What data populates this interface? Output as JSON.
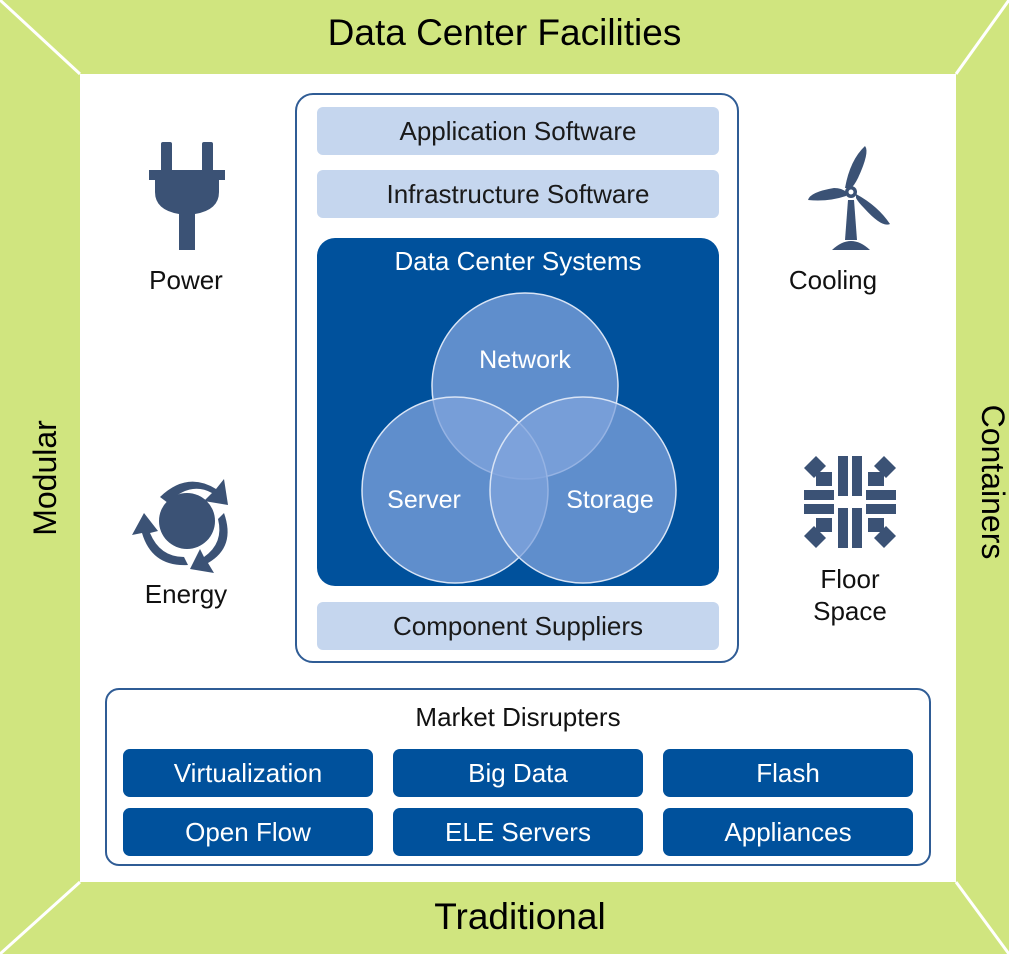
{
  "frame": {
    "top_label": "Data Center Facilities",
    "bottom_label": "Traditional",
    "left_label": "Modular",
    "right_label": "Containers",
    "colors": {
      "band": "#d0e57f",
      "band_edge": "#b8cf63",
      "corner_line": "#ffffff"
    }
  },
  "facilities": {
    "power": {
      "label": "Power",
      "icon": "plug-icon"
    },
    "cooling": {
      "label": "Cooling",
      "icon": "wind-turbine-icon"
    },
    "energy": {
      "label": "Energy",
      "icon": "cycle-arrows-icon"
    },
    "floor_space": {
      "label_line1": "Floor",
      "label_line2": "Space",
      "icon": "floor-plan-icon"
    }
  },
  "core": {
    "application_software": "Application Software",
    "infrastructure_software": "Infrastructure Software",
    "systems_title": "Data Center Systems",
    "venn": {
      "top": "Network",
      "left": "Server",
      "right": "Storage"
    },
    "component_suppliers": "Component Suppliers",
    "colors": {
      "dark_blue": "#00519c",
      "light_blue": "#c5d6ee",
      "outline": "#2f5c95",
      "icon": "#3b5275"
    }
  },
  "market": {
    "title": "Market Disrupters",
    "items": [
      "Virtualization",
      "Big Data",
      "Flash",
      "Open Flow",
      "ELE Servers",
      "Appliances"
    ]
  }
}
